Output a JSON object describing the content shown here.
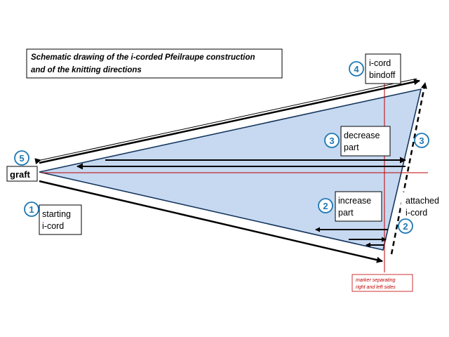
{
  "title": {
    "line1": "Schematic drawing of the i-corded Pfeilraupe construction",
    "line2": "and of the knitting directions"
  },
  "labels": {
    "graft": {
      "number": "5",
      "text": "graft"
    },
    "starting_icord": {
      "number": "1",
      "line1": "starting",
      "line2": "i-cord"
    },
    "icord_bindoff": {
      "number": "4",
      "line1": "i-cord",
      "line2": "bindoff"
    },
    "decrease_part": {
      "number": "3",
      "line1": "decrease",
      "line2": "part"
    },
    "increase_part": {
      "number": "2",
      "line1": "increase",
      "line2": "part"
    },
    "attached_icord": {
      "line1": "attached",
      "line2": "i-cord"
    },
    "right_edge_upper": {
      "number": "3"
    },
    "right_edge_lower": {
      "number": "2"
    },
    "marker": {
      "line1": "marker separating",
      "line2": "right and left sides"
    }
  },
  "colors": {
    "fill": "#c6d9f1",
    "outline": "#17375e",
    "badge": "#1f78b4",
    "marker": "#c00000",
    "arrow": "#000000"
  }
}
